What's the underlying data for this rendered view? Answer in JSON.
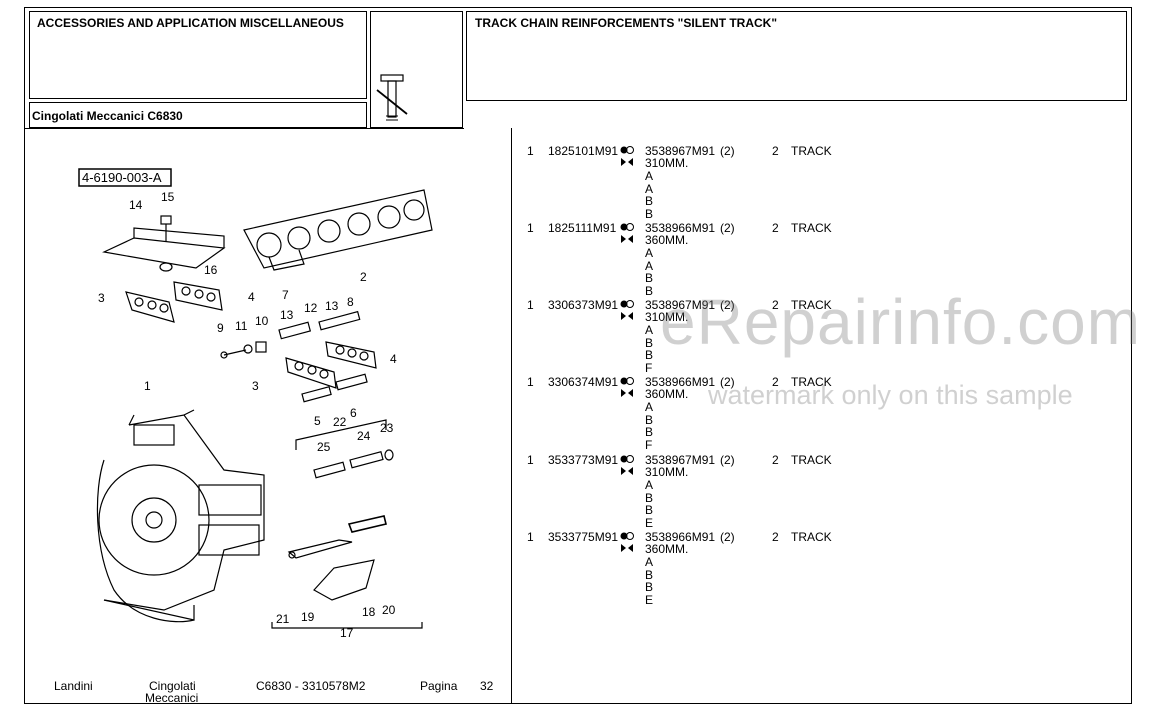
{
  "header": {
    "section_title": "ACCESSORIES AND APPLICATION MISCELLANEOUS",
    "model_label": "Cingolati Meccanici C6830",
    "part_title": "TRACK CHAIN REINFORCEMENTS \"SILENT TRACK\""
  },
  "diagram": {
    "ref_code": "4-6190-003-A",
    "callouts": [
      "1",
      "2",
      "3",
      "4",
      "5",
      "6",
      "7",
      "8",
      "9",
      "10",
      "11",
      "12",
      "13",
      "14",
      "15",
      "16",
      "17",
      "18",
      "19",
      "20",
      "21",
      "22",
      "23",
      "24",
      "25"
    ]
  },
  "parts": [
    {
      "pos": "1",
      "number": "1825101M91",
      "replacement": "3538967M91",
      "note": "(2)",
      "qty": "2",
      "description": "TRACK",
      "size": "310MM.",
      "variants": [
        "A",
        "A",
        "B",
        "B"
      ]
    },
    {
      "pos": "1",
      "number": "1825111M91",
      "replacement": "3538966M91",
      "note": "(2)",
      "qty": "2",
      "description": "TRACK",
      "size": "360MM.",
      "variants": [
        "A",
        "A",
        "B",
        "B"
      ]
    },
    {
      "pos": "1",
      "number": "3306373M91",
      "replacement": "3538967M91",
      "note": "(2)",
      "qty": "2",
      "description": "TRACK",
      "size": "310MM.",
      "variants": [
        "A",
        "B",
        "B",
        "F"
      ]
    },
    {
      "pos": "1",
      "number": "3306374M91",
      "replacement": "3538966M91",
      "note": "(2)",
      "qty": "2",
      "description": "TRACK",
      "size": "360MM.",
      "variants": [
        "A",
        "B",
        "B",
        "F"
      ]
    },
    {
      "pos": "1",
      "number": "3533773M91",
      "replacement": "3538967M91",
      "note": "(2)",
      "qty": "2",
      "description": "TRACK",
      "size": "310MM.",
      "variants": [
        "A",
        "B",
        "B",
        "E"
      ]
    },
    {
      "pos": "1",
      "number": "3533775M91",
      "replacement": "3538966M91",
      "note": "(2)",
      "qty": "2",
      "description": "TRACK",
      "size": "360MM.",
      "variants": [
        "A",
        "B",
        "B",
        "E"
      ]
    }
  ],
  "footer": {
    "brand": "Landini",
    "group_line1": "Cingolati",
    "group_line2": "Meccanici",
    "model_code": "C6830 - 3310578M2",
    "page_label": "Pagina",
    "page_number": "32"
  },
  "watermark": {
    "line1": "eRepairinfo.com",
    "line2": "watermark only on this sample"
  }
}
